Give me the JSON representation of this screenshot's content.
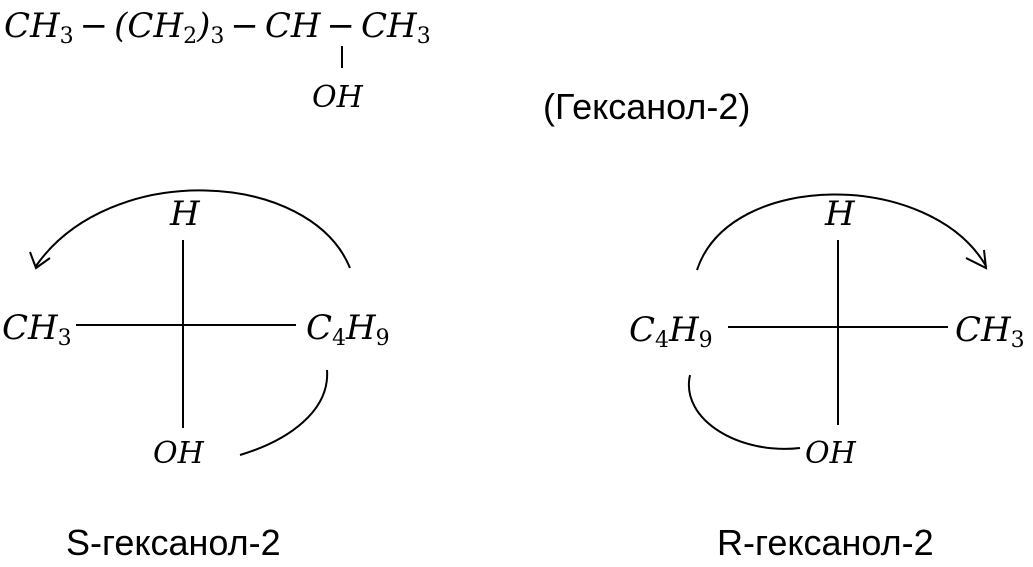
{
  "condensed_formula": {
    "ch3_left": "CH",
    "ch3_left_sub": "3",
    "dash1": "−",
    "ch2_group_open": "(CH",
    "ch2_sub": "2",
    "ch2_group_close": ")",
    "ch2_count": "3",
    "dash2": "−",
    "ch": "CH",
    "dash3": "−",
    "ch3_right": "CH",
    "ch3_right_sub": "3",
    "oh": "OH"
  },
  "compound_name": "(Гексанол-2)",
  "s_projection": {
    "top": "H",
    "bottom": "OH",
    "left": "CH",
    "left_sub": "3",
    "right_c": "C",
    "right_c_sub": "4",
    "right_h": "H",
    "right_h_sub": "9",
    "caption": "S-гексанол-2"
  },
  "r_projection": {
    "top": "H",
    "bottom": "OH",
    "left_c": "C",
    "left_c_sub": "4",
    "left_h": "H",
    "left_h_sub": "9",
    "right": "CH",
    "right_sub": "3",
    "caption": "R-гексанол-2"
  }
}
